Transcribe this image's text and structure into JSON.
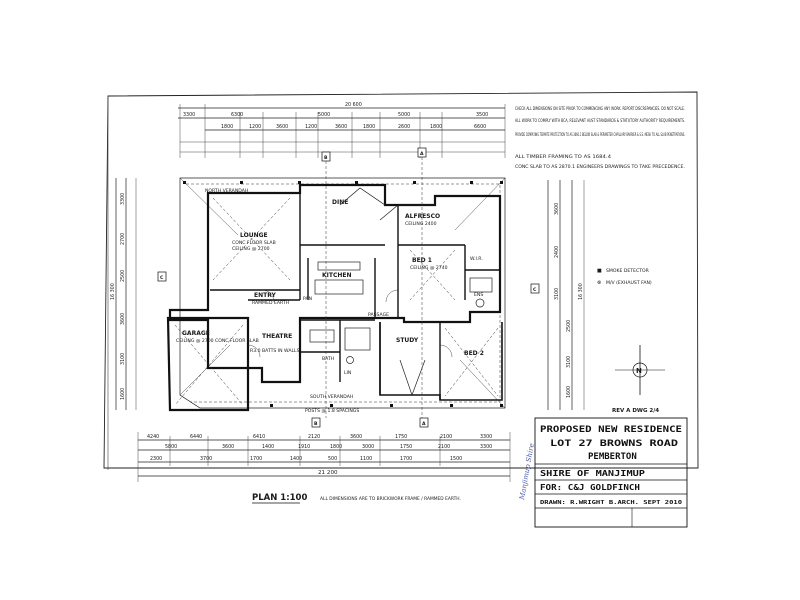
{
  "title_block": {
    "project": "PROPOSED NEW RESIDENCE",
    "lot": "LOT 27 BROWNS ROAD",
    "town": "PEMBERTON",
    "shire": "SHIRE OF MANJIMUP",
    "client": "FOR: C&J GOLDFINCH",
    "drawn": "DRAWN: R.WRIGHT B.ARCH. SEPT 2010",
    "revision": "REV A DWG 2/4"
  },
  "plan": {
    "title": "PLAN 1:100",
    "note": "ALL DIMENSIONS ARE TO BRICKWORK FRAME / RAMMED EARTH."
  },
  "notes": [
    "CHECK ALL DIMENSIONS ON SITE PRIOR TO COMMENCING ANY WORK. REPORT DISCREPANCIES. DO NOT SCALE.",
    "ALL WORK TO COMPLY WITH BCA, RELEVANT AUST STANDARDS & STATUTORY AUTHORITY REQUIREMENTS.",
    "PROVIDE COMPLYING TERMITE PROTECTION TO AS 3660.1 BELOW SLAB & PERIMETER CAPILLARY BARRIER & S.S. MESH TO ALL SLAB PENETRATIONS.",
    "ALL TIMBER FRAMING TO AS 1684.4",
    "CONC SLAB TO AS 2870.1 ENGINEERS DRAWINGS TO TAKE PRECEDENCE."
  ],
  "legend": [
    {
      "symbol": "■",
      "label": "SMOKE DETECTOR"
    },
    {
      "symbol": "⊗",
      "label": "M/V (EXHAUST FAN)"
    }
  ],
  "north": "N",
  "rooms": {
    "north_verandah": "NORTH VERANDAH",
    "lounge": "LOUNGE",
    "dine": "DINE",
    "kitchen": "KITCHEN",
    "alfresco": "ALFRESCO",
    "bed1": "BED 1",
    "wir": "W.I.R.",
    "ens": "ENS",
    "entry": "ENTRY",
    "garage": "GARAGE",
    "theatre": "THEATRE",
    "study": "STUDY",
    "bed2": "BED 2",
    "bath": "BATH",
    "passage": "PASSAGE",
    "south_verandah": "SOUTH VERANDAH",
    "pan": "PAN",
    "lin": "LIN"
  },
  "room_notes": {
    "lounge": "CONC FLOOR SLAB",
    "lounge_ceiling": "CEILING @ 2700",
    "garage": "CEILING @ 2700 CONC FLOOR SLAB",
    "theatre": "R3.0 BATTS IN WALLS",
    "bed1": "CEILING @ 2740",
    "alfresco": "CEILING 2400",
    "entry": "RAMMED EARTH",
    "verandah_posts": "POSTS @ 1.8 SPACINGS"
  },
  "section_markers": [
    "A",
    "B",
    "C"
  ],
  "dimensions": {
    "top": [
      "3300",
      "6300",
      "5000",
      "5000",
      "3500"
    ],
    "top_total": "20 600",
    "top_row2": [
      "1800",
      "1200",
      "3600",
      "1200",
      "3600",
      "1800",
      "2600",
      "1800",
      "6600"
    ],
    "bottom_row1": [
      "4240",
      "6440",
      "6410",
      "2120",
      "3600",
      "1750",
      "2100",
      "3300"
    ],
    "bottom_row2": [
      "5800",
      "3600",
      "1400",
      "1910",
      "1800",
      "3000",
      "1750",
      "2100",
      "3300"
    ],
    "bottom_row3": [
      "2300",
      "3700",
      "1700",
      "1400",
      "500",
      "1100",
      "1700",
      "1500"
    ],
    "bottom_total": "21 200",
    "left_total": "16 300",
    "right_total": "16 300",
    "left": [
      "3300",
      "2700",
      "2500",
      "3600",
      "3100",
      "1600"
    ],
    "right": [
      "3600",
      "2400",
      "3100",
      "2500",
      "3100",
      "1600"
    ]
  },
  "handwritten_note": "Manjimup Shire"
}
